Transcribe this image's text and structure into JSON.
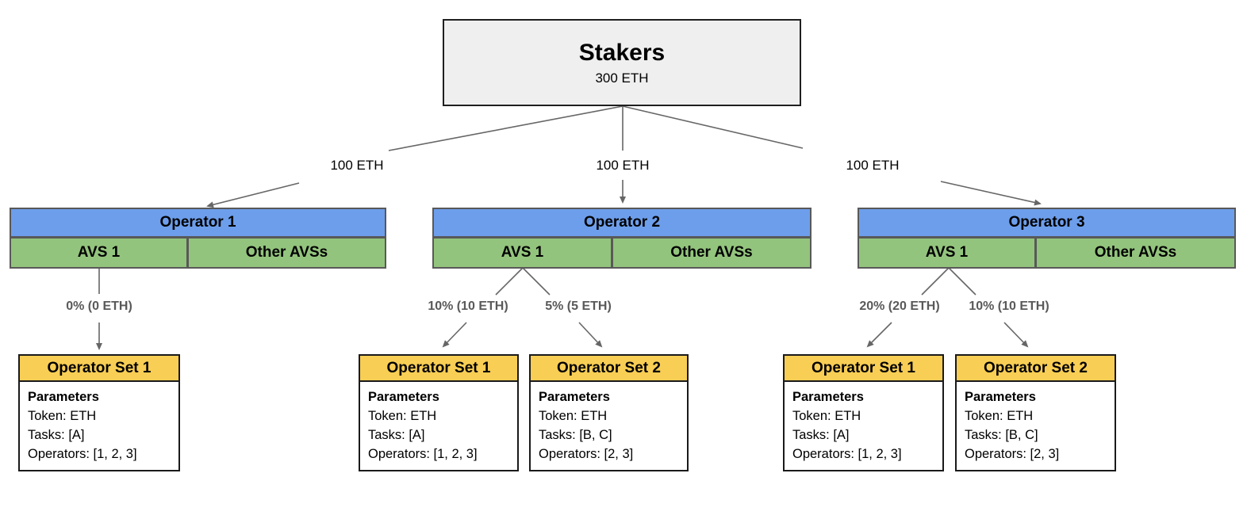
{
  "colors": {
    "stakers_fill": "#efefef",
    "operator_header_fill": "#6d9eeb",
    "avs_fill": "#93c47d",
    "set_header_fill": "#f8ce55",
    "connector": "#666666",
    "pct_label_text": "#595959"
  },
  "stakers": {
    "title": "Stakers",
    "amount": "300 ETH"
  },
  "stake_labels": {
    "left": "100 ETH",
    "middle": "100 ETH",
    "right": "100 ETH"
  },
  "operators": [
    {
      "name": "Operator 1",
      "avs1": "AVS 1",
      "other_avs": "Other AVSs",
      "allocations": [
        "0% (0 ETH)"
      ],
      "sets": [
        {
          "title": "Operator Set 1",
          "header": "Parameters",
          "token": "Token: ETH",
          "tasks": "Tasks: [A]",
          "operators": "Operators: [1, 2, 3]"
        }
      ]
    },
    {
      "name": "Operator 2",
      "avs1": "AVS 1",
      "other_avs": "Other AVSs",
      "allocations": [
        "10% (10 ETH)",
        "5% (5 ETH)"
      ],
      "sets": [
        {
          "title": "Operator Set 1",
          "header": "Parameters",
          "token": "Token: ETH",
          "tasks": "Tasks: [A]",
          "operators": "Operators: [1, 2, 3]"
        },
        {
          "title": "Operator Set 2",
          "header": "Parameters",
          "token": "Token: ETH",
          "tasks": "Tasks: [B, C]",
          "operators": "Operators: [2, 3]"
        }
      ]
    },
    {
      "name": "Operator 3",
      "avs1": "AVS 1",
      "other_avs": "Other AVSs",
      "allocations": [
        "20% (20 ETH)",
        "10% (10 ETH)"
      ],
      "sets": [
        {
          "title": "Operator Set 1",
          "header": "Parameters",
          "token": "Token: ETH",
          "tasks": "Tasks: [A]",
          "operators": "Operators: [1, 2, 3]"
        },
        {
          "title": "Operator Set 2",
          "header": "Parameters",
          "token": "Token: ETH",
          "tasks": "Tasks: [B, C]",
          "operators": "Operators: [2, 3]"
        }
      ]
    }
  ]
}
